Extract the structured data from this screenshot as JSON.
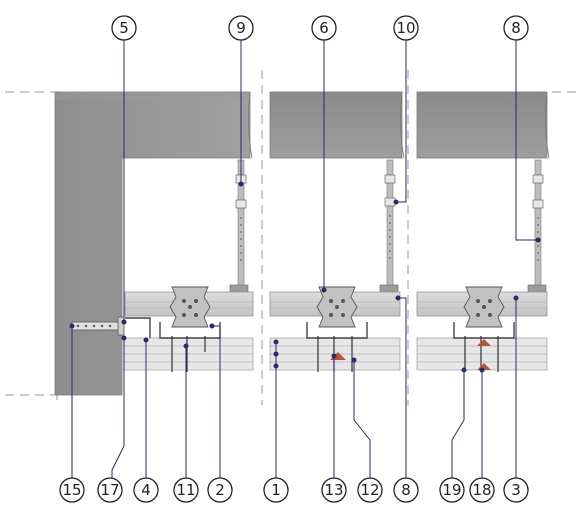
{
  "colors": {
    "slab_dark": "#8c8c8c",
    "slab_mid": "#a6a6a6",
    "slab_light": "#c9c9c9",
    "panel": "#d4d4d4",
    "steel": "#b8b8b8",
    "accent_red": "#b5553a"
  },
  "callouts": {
    "top": [
      {
        "id": "c5",
        "label": "5"
      },
      {
        "id": "c9",
        "label": "9"
      },
      {
        "id": "c6",
        "label": "6"
      },
      {
        "id": "c10",
        "label": "10"
      },
      {
        "id": "c8top",
        "label": "8"
      }
    ],
    "bottom": [
      {
        "id": "c15",
        "label": "15"
      },
      {
        "id": "c17",
        "label": "17"
      },
      {
        "id": "c4",
        "label": "4"
      },
      {
        "id": "c11",
        "label": "11"
      },
      {
        "id": "c2",
        "label": "2"
      },
      {
        "id": "c1",
        "label": "1"
      },
      {
        "id": "c13",
        "label": "13"
      },
      {
        "id": "c12",
        "label": "12"
      },
      {
        "id": "c8bot",
        "label": "8"
      },
      {
        "id": "c19",
        "label": "19"
      },
      {
        "id": "c18",
        "label": "18"
      },
      {
        "id": "c3",
        "label": "3"
      }
    ]
  }
}
